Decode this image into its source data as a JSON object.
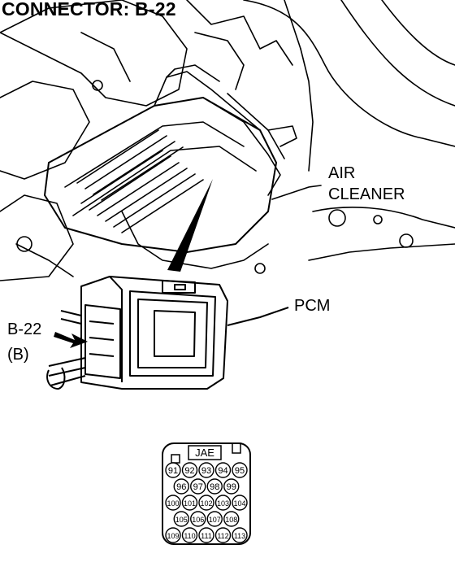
{
  "title": "CONNECTOR: B-22",
  "labels": {
    "air_cleaner_line1": "AIR",
    "air_cleaner_line2": "CLEANER",
    "pcm": "PCM",
    "connector_id": "B-22",
    "connector_side": "(B)"
  },
  "connector": {
    "type_label": "JAE",
    "rows": [
      [
        "91",
        "92",
        "93",
        "94",
        "95"
      ],
      [
        "96",
        "97",
        "98",
        "99"
      ],
      [
        "100",
        "101",
        "102",
        "103",
        "104"
      ],
      [
        "105",
        "106",
        "107",
        "108"
      ],
      [
        "109",
        "110",
        "111",
        "112",
        "113"
      ]
    ]
  }
}
